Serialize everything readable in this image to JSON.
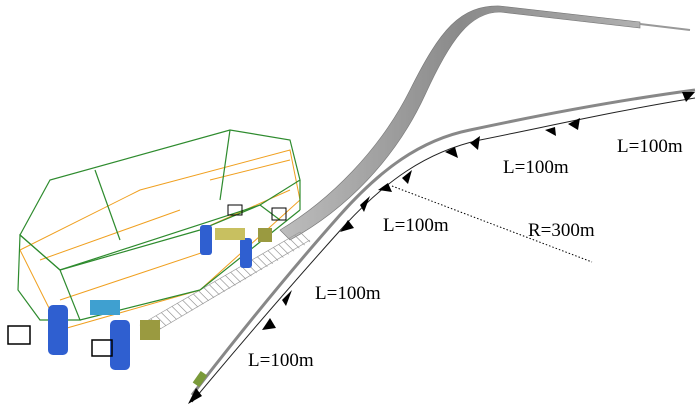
{
  "labels": {
    "segment_1": "L=100m",
    "segment_2": "L=100m",
    "segment_3": "L=100m",
    "segment_4": "L=100m",
    "segment_5": "L=100m",
    "radius": "R=300m"
  },
  "colors": {
    "body_frame": "#2e8b2e",
    "interior_frame": "#f0a020",
    "bogie": "#2f5fd0",
    "track": "#8c8c8c",
    "arrow": "#000000"
  }
}
